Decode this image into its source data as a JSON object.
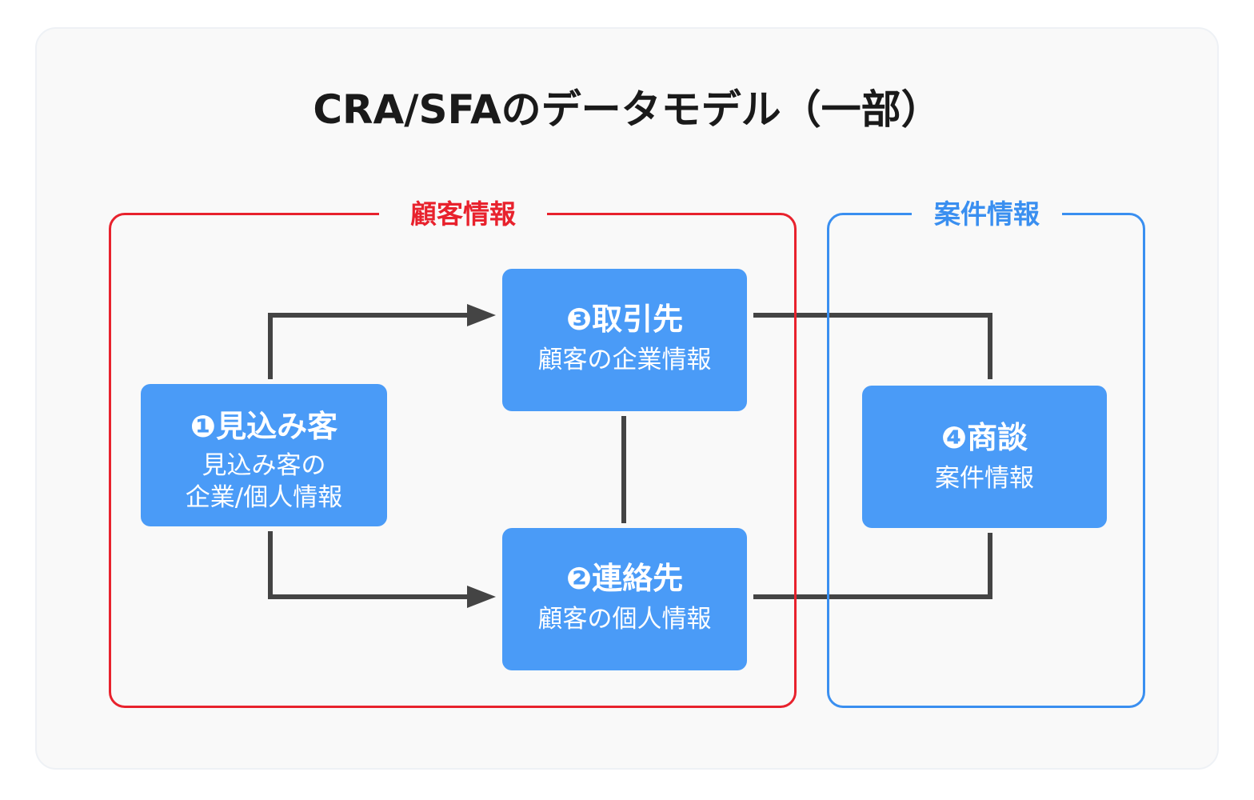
{
  "title": "CRA/SFAのデータモデル（一部）",
  "groups": {
    "customer": {
      "label": "顧客情報",
      "color": "#e8222d"
    },
    "deal": {
      "label": "案件情報",
      "color": "#3a8ff0"
    }
  },
  "nodes": {
    "prospect": {
      "title": "❶見込み客",
      "sub_line1": "見込み客の",
      "sub_line2": "企業/個人情報"
    },
    "account": {
      "title": "❸取引先",
      "sub": "顧客の企業情報"
    },
    "contact": {
      "title": "❷連絡先",
      "sub": "顧客の個人情報"
    },
    "opportunity": {
      "title": "❹商談",
      "sub": "案件情報"
    }
  },
  "colors": {
    "node_fill": "#4a9bf7",
    "connector": "#444444",
    "background": "#f9f9f9"
  }
}
